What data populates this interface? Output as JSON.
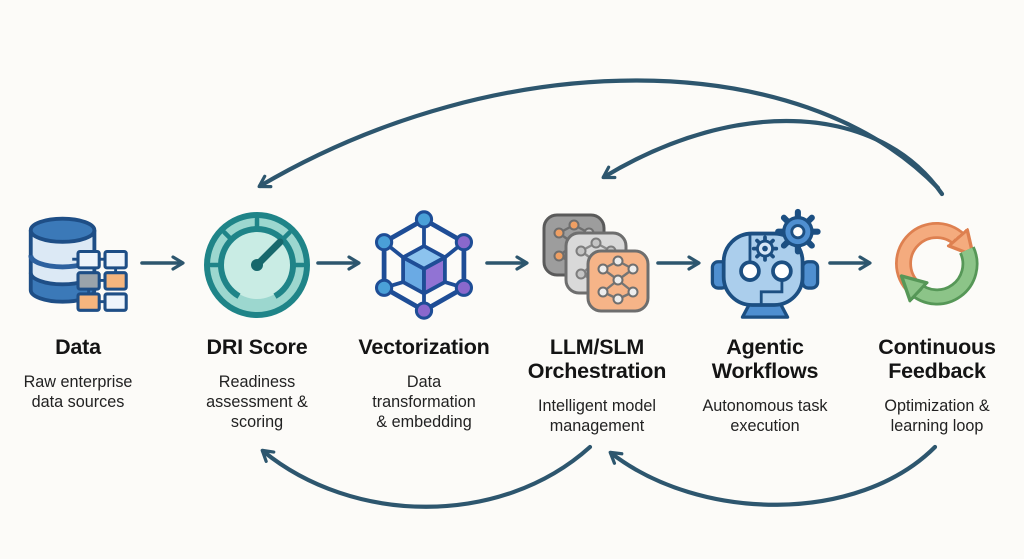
{
  "diagram": {
    "type": "process-flow",
    "description": "Six-stage AI data pipeline with feedback loops"
  },
  "stages": [
    {
      "id": "data",
      "title": "Data",
      "subtitle": "Raw enterprise\ndata sources",
      "icon": "database-icon"
    },
    {
      "id": "dri-score",
      "title": "DRI Score",
      "subtitle": "Readiness\nassessment &\nscoring",
      "icon": "gauge-icon"
    },
    {
      "id": "vectorization",
      "title": "Vectorization",
      "subtitle": "Data\ntransformation\n& embedding",
      "icon": "cube-network-icon"
    },
    {
      "id": "llm-slm-orchestration",
      "title": "LLM/SLM\nOrchestration",
      "subtitle": "Intelligent model\nmanagement",
      "icon": "model-stack-icon"
    },
    {
      "id": "agentic-workflows",
      "title": "Agentic\nWorkflows",
      "subtitle": "Autonomous task\nexecution",
      "icon": "robot-icon"
    },
    {
      "id": "continuous-feedback",
      "title": "Continuous\nFeedback",
      "subtitle": "Optimization &\nlearning loop",
      "icon": "cycle-arrows-icon"
    }
  ],
  "flow_arrows": [
    {
      "from": "Data",
      "to": "DRI Score"
    },
    {
      "from": "DRI Score",
      "to": "Vectorization"
    },
    {
      "from": "Vectorization",
      "to": "LLM/SLM Orchestration"
    },
    {
      "from": "LLM/SLM Orchestration",
      "to": "Agentic Workflows"
    },
    {
      "from": "Agentic Workflows",
      "to": "Continuous Feedback"
    }
  ],
  "feedback_arrows": [
    {
      "from": "Continuous Feedback",
      "to": "DRI Score",
      "position": "top"
    },
    {
      "from": "Continuous Feedback",
      "to": "LLM/SLM Orchestration",
      "position": "top"
    },
    {
      "from": "LLM/SLM Orchestration",
      "to": "DRI Score",
      "position": "bottom"
    },
    {
      "from": "Continuous Feedback",
      "to": "LLM/SLM Orchestration",
      "position": "bottom"
    }
  ],
  "palette": {
    "background": "#fcfbf8",
    "arrow": "#2d566e",
    "title_text": "#141414",
    "subtitle_text": "#222222",
    "database_blue": "#3b79b8",
    "database_outline": "#1e4e86",
    "gauge_teal": "#1f8488",
    "vector_navy": "#1e4d96",
    "node_blue": "#4aa0d8",
    "node_purple": "#8a68cc",
    "stack_gray_dark": "#9d9d9d",
    "stack_gray_light": "#d9d9d9",
    "stack_orange": "#f6b488",
    "robot_blue_light": "#abceec",
    "robot_blue_mid": "#4f8fd0",
    "robot_outline": "#1c4f82",
    "cycle_orange": "#f4ab7e",
    "cycle_green": "#8cc488"
  }
}
